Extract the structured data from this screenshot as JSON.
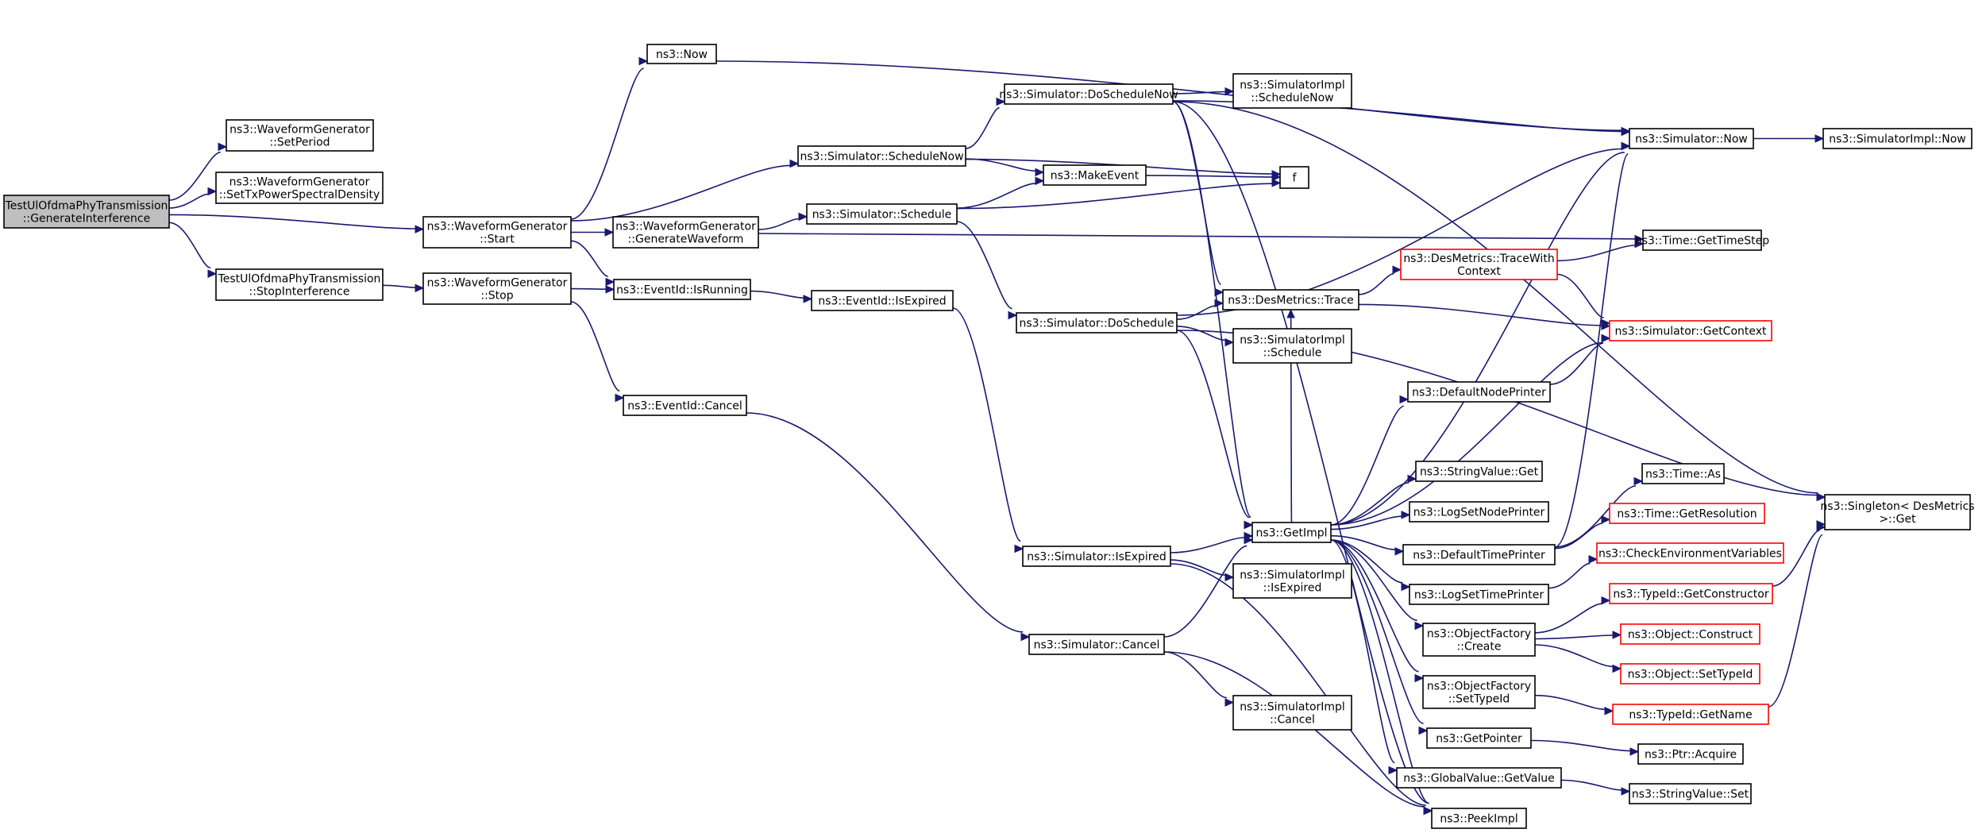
{
  "diagram": {
    "nodes": [
      {
        "id": "root",
        "lines": [
          "TestUlOfdmaPhyTransmission",
          "::GenerateInterference"
        ],
        "style": "root"
      },
      {
        "id": "wgSetPeriod",
        "lines": [
          "ns3::WaveformGenerator",
          "::SetPeriod"
        ],
        "style": "normal"
      },
      {
        "id": "wgSetTxPsd",
        "lines": [
          "ns3::WaveformGenerator",
          "::SetTxPowerSpectralDensity"
        ],
        "style": "normal"
      },
      {
        "id": "wgStart",
        "lines": [
          "ns3::WaveformGenerator",
          "::Start"
        ],
        "style": "normal"
      },
      {
        "id": "stopInterf",
        "lines": [
          "TestUlOfdmaPhyTransmission",
          "::StopInterference"
        ],
        "style": "normal"
      },
      {
        "id": "now",
        "lines": [
          "ns3::Now"
        ],
        "style": "normal"
      },
      {
        "id": "wgGenWave",
        "lines": [
          "ns3::WaveformGenerator",
          "::GenerateWaveform"
        ],
        "style": "normal"
      },
      {
        "id": "eidIsRunning",
        "lines": [
          "ns3::EventId::IsRunning"
        ],
        "style": "normal"
      },
      {
        "id": "wgStop",
        "lines": [
          "ns3::WaveformGenerator",
          "::Stop"
        ],
        "style": "normal"
      },
      {
        "id": "eidCancel",
        "lines": [
          "ns3::EventId::Cancel"
        ],
        "style": "normal"
      },
      {
        "id": "simSchedNow",
        "lines": [
          "ns3::Simulator::ScheduleNow"
        ],
        "style": "normal"
      },
      {
        "id": "simSchedule",
        "lines": [
          "ns3::Simulator::Schedule"
        ],
        "style": "normal"
      },
      {
        "id": "eidIsExpired",
        "lines": [
          "ns3::EventId::IsExpired"
        ],
        "style": "normal"
      },
      {
        "id": "simDoSchedNow",
        "lines": [
          "ns3::Simulator::DoScheduleNow"
        ],
        "style": "normal"
      },
      {
        "id": "makeEvent",
        "lines": [
          "ns3::MakeEvent"
        ],
        "style": "normal"
      },
      {
        "id": "simDoSchedule",
        "lines": [
          "ns3::Simulator::DoSchedule"
        ],
        "style": "normal"
      },
      {
        "id": "simIsExpired",
        "lines": [
          "ns3::Simulator::IsExpired"
        ],
        "style": "normal"
      },
      {
        "id": "simCancel",
        "lines": [
          "ns3::Simulator::Cancel"
        ],
        "style": "normal"
      },
      {
        "id": "simImplSchedNow",
        "lines": [
          "ns3::SimulatorImpl",
          "::ScheduleNow"
        ],
        "style": "normal"
      },
      {
        "id": "f",
        "lines": [
          "f"
        ],
        "style": "normal"
      },
      {
        "id": "desTrace",
        "lines": [
          "ns3::DesMetrics::Trace"
        ],
        "style": "normal"
      },
      {
        "id": "simImplSchedule",
        "lines": [
          "ns3::SimulatorImpl",
          "::Schedule"
        ],
        "style": "normal"
      },
      {
        "id": "getImpl",
        "lines": [
          "ns3::GetImpl"
        ],
        "style": "normal"
      },
      {
        "id": "simImplIsExpired",
        "lines": [
          "ns3::SimulatorImpl",
          "::IsExpired"
        ],
        "style": "normal"
      },
      {
        "id": "simImplCancel",
        "lines": [
          "ns3::SimulatorImpl",
          "::Cancel"
        ],
        "style": "normal"
      },
      {
        "id": "desTraceCtx",
        "lines": [
          "ns3::DesMetrics::TraceWith",
          "Context"
        ],
        "style": "truncated"
      },
      {
        "id": "defNodePrinter",
        "lines": [
          "ns3::DefaultNodePrinter"
        ],
        "style": "normal"
      },
      {
        "id": "strValGet",
        "lines": [
          "ns3::StringValue::Get"
        ],
        "style": "normal"
      },
      {
        "id": "logSetNodePrinter",
        "lines": [
          "ns3::LogSetNodePrinter"
        ],
        "style": "normal"
      },
      {
        "id": "defTimePrinter",
        "lines": [
          "ns3::DefaultTimePrinter"
        ],
        "style": "normal"
      },
      {
        "id": "logSetTimePrinter",
        "lines": [
          "ns3::LogSetTimePrinter"
        ],
        "style": "normal"
      },
      {
        "id": "objFactCreate",
        "lines": [
          "ns3::ObjectFactory",
          "::Create"
        ],
        "style": "normal"
      },
      {
        "id": "objFactSetTypeId",
        "lines": [
          "ns3::ObjectFactory",
          "::SetTypeId"
        ],
        "style": "normal"
      },
      {
        "id": "getPointer",
        "lines": [
          "ns3::GetPointer"
        ],
        "style": "normal"
      },
      {
        "id": "globalValGet",
        "lines": [
          "ns3::GlobalValue::GetValue"
        ],
        "style": "normal"
      },
      {
        "id": "peekImpl",
        "lines": [
          "ns3::PeekImpl"
        ],
        "style": "normal"
      },
      {
        "id": "simNow",
        "lines": [
          "ns3::Simulator::Now"
        ],
        "style": "normal"
      },
      {
        "id": "timeGetTimeStep",
        "lines": [
          "ns3::Time::GetTimeStep"
        ],
        "style": "normal"
      },
      {
        "id": "simGetContext",
        "lines": [
          "ns3::Simulator::GetContext"
        ],
        "style": "truncated"
      },
      {
        "id": "timeAs",
        "lines": [
          "ns3::Time::As"
        ],
        "style": "normal"
      },
      {
        "id": "timeGetRes",
        "lines": [
          "ns3::Time::GetResolution"
        ],
        "style": "truncated"
      },
      {
        "id": "checkEnv",
        "lines": [
          "ns3::CheckEnvironmentVariables"
        ],
        "style": "truncated"
      },
      {
        "id": "typeIdGetCtor",
        "lines": [
          "ns3::TypeId::GetConstructor"
        ],
        "style": "truncated"
      },
      {
        "id": "objConstruct",
        "lines": [
          "ns3::Object::Construct"
        ],
        "style": "truncated"
      },
      {
        "id": "objSetTypeId",
        "lines": [
          "ns3::Object::SetTypeId"
        ],
        "style": "truncated"
      },
      {
        "id": "typeIdGetName",
        "lines": [
          "ns3::TypeId::GetName"
        ],
        "style": "truncated"
      },
      {
        "id": "ptrAcquire",
        "lines": [
          "ns3::Ptr::Acquire"
        ],
        "style": "normal"
      },
      {
        "id": "strValSet",
        "lines": [
          "ns3::StringValue::Set"
        ],
        "style": "normal"
      },
      {
        "id": "simImplNow",
        "lines": [
          "ns3::SimulatorImpl::Now"
        ],
        "style": "normal"
      },
      {
        "id": "singletonGet",
        "lines": [
          "ns3::Singleton< DesMetrics",
          " >::Get"
        ],
        "style": "normal"
      }
    ],
    "edges": [
      [
        "root",
        "wgSetPeriod"
      ],
      [
        "root",
        "wgSetTxPsd"
      ],
      [
        "root",
        "wgStart"
      ],
      [
        "root",
        "stopInterf"
      ],
      [
        "wgStart",
        "now"
      ],
      [
        "wgStart",
        "simSchedNow"
      ],
      [
        "wgStart",
        "wgGenWave"
      ],
      [
        "wgStart",
        "eidIsRunning"
      ],
      [
        "stopInterf",
        "wgStop"
      ],
      [
        "wgStop",
        "eidIsRunning"
      ],
      [
        "wgStop",
        "eidCancel"
      ],
      [
        "now",
        "simNow"
      ],
      [
        "wgGenWave",
        "simSchedule"
      ],
      [
        "wgGenWave",
        "timeGetTimeStep"
      ],
      [
        "eidIsRunning",
        "eidIsExpired"
      ],
      [
        "eidIsExpired",
        "simIsExpired"
      ],
      [
        "eidCancel",
        "simCancel"
      ],
      [
        "simSchedNow",
        "simDoSchedNow"
      ],
      [
        "simSchedNow",
        "makeEvent"
      ],
      [
        "simSchedNow",
        "f"
      ],
      [
        "simSchedule",
        "makeEvent"
      ],
      [
        "simSchedule",
        "f"
      ],
      [
        "simSchedule",
        "simDoSchedule"
      ],
      [
        "makeEvent",
        "f"
      ],
      [
        "simDoSchedNow",
        "simImplSchedNow"
      ],
      [
        "simDoSchedNow",
        "simNow"
      ],
      [
        "simDoSchedNow",
        "desTrace"
      ],
      [
        "simDoSchedNow",
        "getImpl"
      ],
      [
        "simDoSchedNow",
        "singletonGet"
      ],
      [
        "simDoSchedNow",
        "peekImpl"
      ],
      [
        "simDoSchedule",
        "simNow"
      ],
      [
        "simDoSchedule",
        "desTrace"
      ],
      [
        "simDoSchedule",
        "simImplSchedule"
      ],
      [
        "simDoSchedule",
        "getImpl"
      ],
      [
        "simDoSchedule",
        "singletonGet"
      ],
      [
        "simIsExpired",
        "getImpl"
      ],
      [
        "simIsExpired",
        "simImplIsExpired"
      ],
      [
        "simIsExpired",
        "peekImpl"
      ],
      [
        "simCancel",
        "getImpl"
      ],
      [
        "simCancel",
        "simImplCancel"
      ],
      [
        "simCancel",
        "peekImpl"
      ],
      [
        "desTrace",
        "desTraceCtx"
      ],
      [
        "desTrace",
        "simGetContext"
      ],
      [
        "desTraceCtx",
        "timeGetTimeStep"
      ],
      [
        "desTraceCtx",
        "simGetContext"
      ],
      [
        "getImpl",
        "desTrace"
      ],
      [
        "getImpl",
        "simNow"
      ],
      [
        "getImpl",
        "simGetContext"
      ],
      [
        "getImpl",
        "defNodePrinter"
      ],
      [
        "getImpl",
        "strValGet"
      ],
      [
        "getImpl",
        "logSetNodePrinter"
      ],
      [
        "getImpl",
        "defTimePrinter"
      ],
      [
        "getImpl",
        "logSetTimePrinter"
      ],
      [
        "getImpl",
        "objFactCreate"
      ],
      [
        "getImpl",
        "objFactSetTypeId"
      ],
      [
        "getImpl",
        "getPointer"
      ],
      [
        "getImpl",
        "globalValGet"
      ],
      [
        "getImpl",
        "peekImpl"
      ],
      [
        "defNodePrinter",
        "simGetContext"
      ],
      [
        "defTimePrinter",
        "simNow"
      ],
      [
        "defTimePrinter",
        "timeAs"
      ],
      [
        "defTimePrinter",
        "timeGetRes"
      ],
      [
        "logSetTimePrinter",
        "checkEnv"
      ],
      [
        "objFactCreate",
        "typeIdGetCtor"
      ],
      [
        "objFactCreate",
        "objConstruct"
      ],
      [
        "objFactCreate",
        "objSetTypeId"
      ],
      [
        "objFactSetTypeId",
        "typeIdGetName"
      ],
      [
        "getPointer",
        "ptrAcquire"
      ],
      [
        "globalValGet",
        "strValSet"
      ],
      [
        "simNow",
        "simImplNow"
      ],
      [
        "typeIdGetCtor",
        "singletonGet"
      ],
      [
        "typeIdGetName",
        "singletonGet"
      ]
    ]
  }
}
